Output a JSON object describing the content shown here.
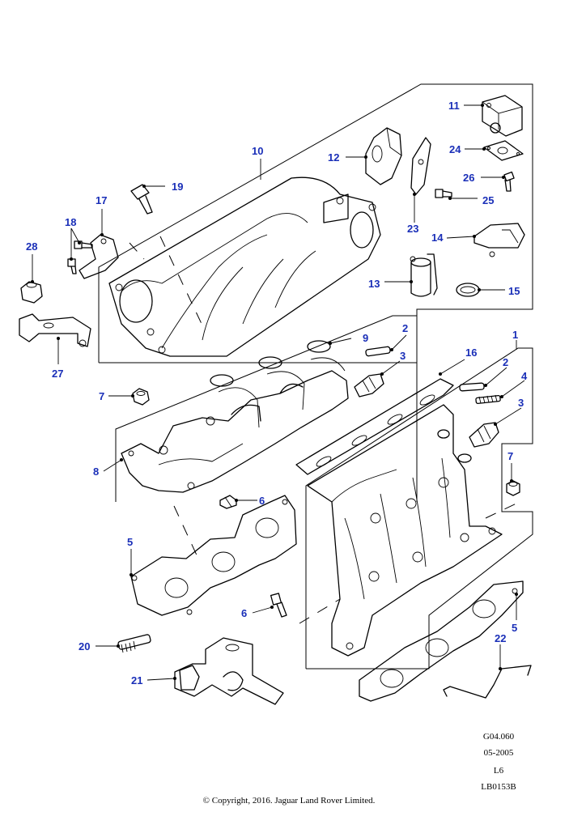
{
  "callouts": [
    "1",
    "2",
    "2",
    "3",
    "3",
    "4",
    "5",
    "5",
    "6",
    "6",
    "7",
    "7",
    "8",
    "9",
    "10",
    "11",
    "12",
    "13",
    "14",
    "15",
    "16",
    "17",
    "18",
    "19",
    "20",
    "21",
    "22",
    "23",
    "24",
    "25",
    "26",
    "27",
    "28"
  ],
  "meta": {
    "code1": "G04.060",
    "date": "05-2005",
    "variant": "L6",
    "ref": "LB0153B"
  },
  "copyright": "© Copyright, 2016. Jaguar Land Rover Limited.",
  "colors": {
    "callout": "#1a2fb8",
    "line": "#000000",
    "background": "#ffffff"
  }
}
